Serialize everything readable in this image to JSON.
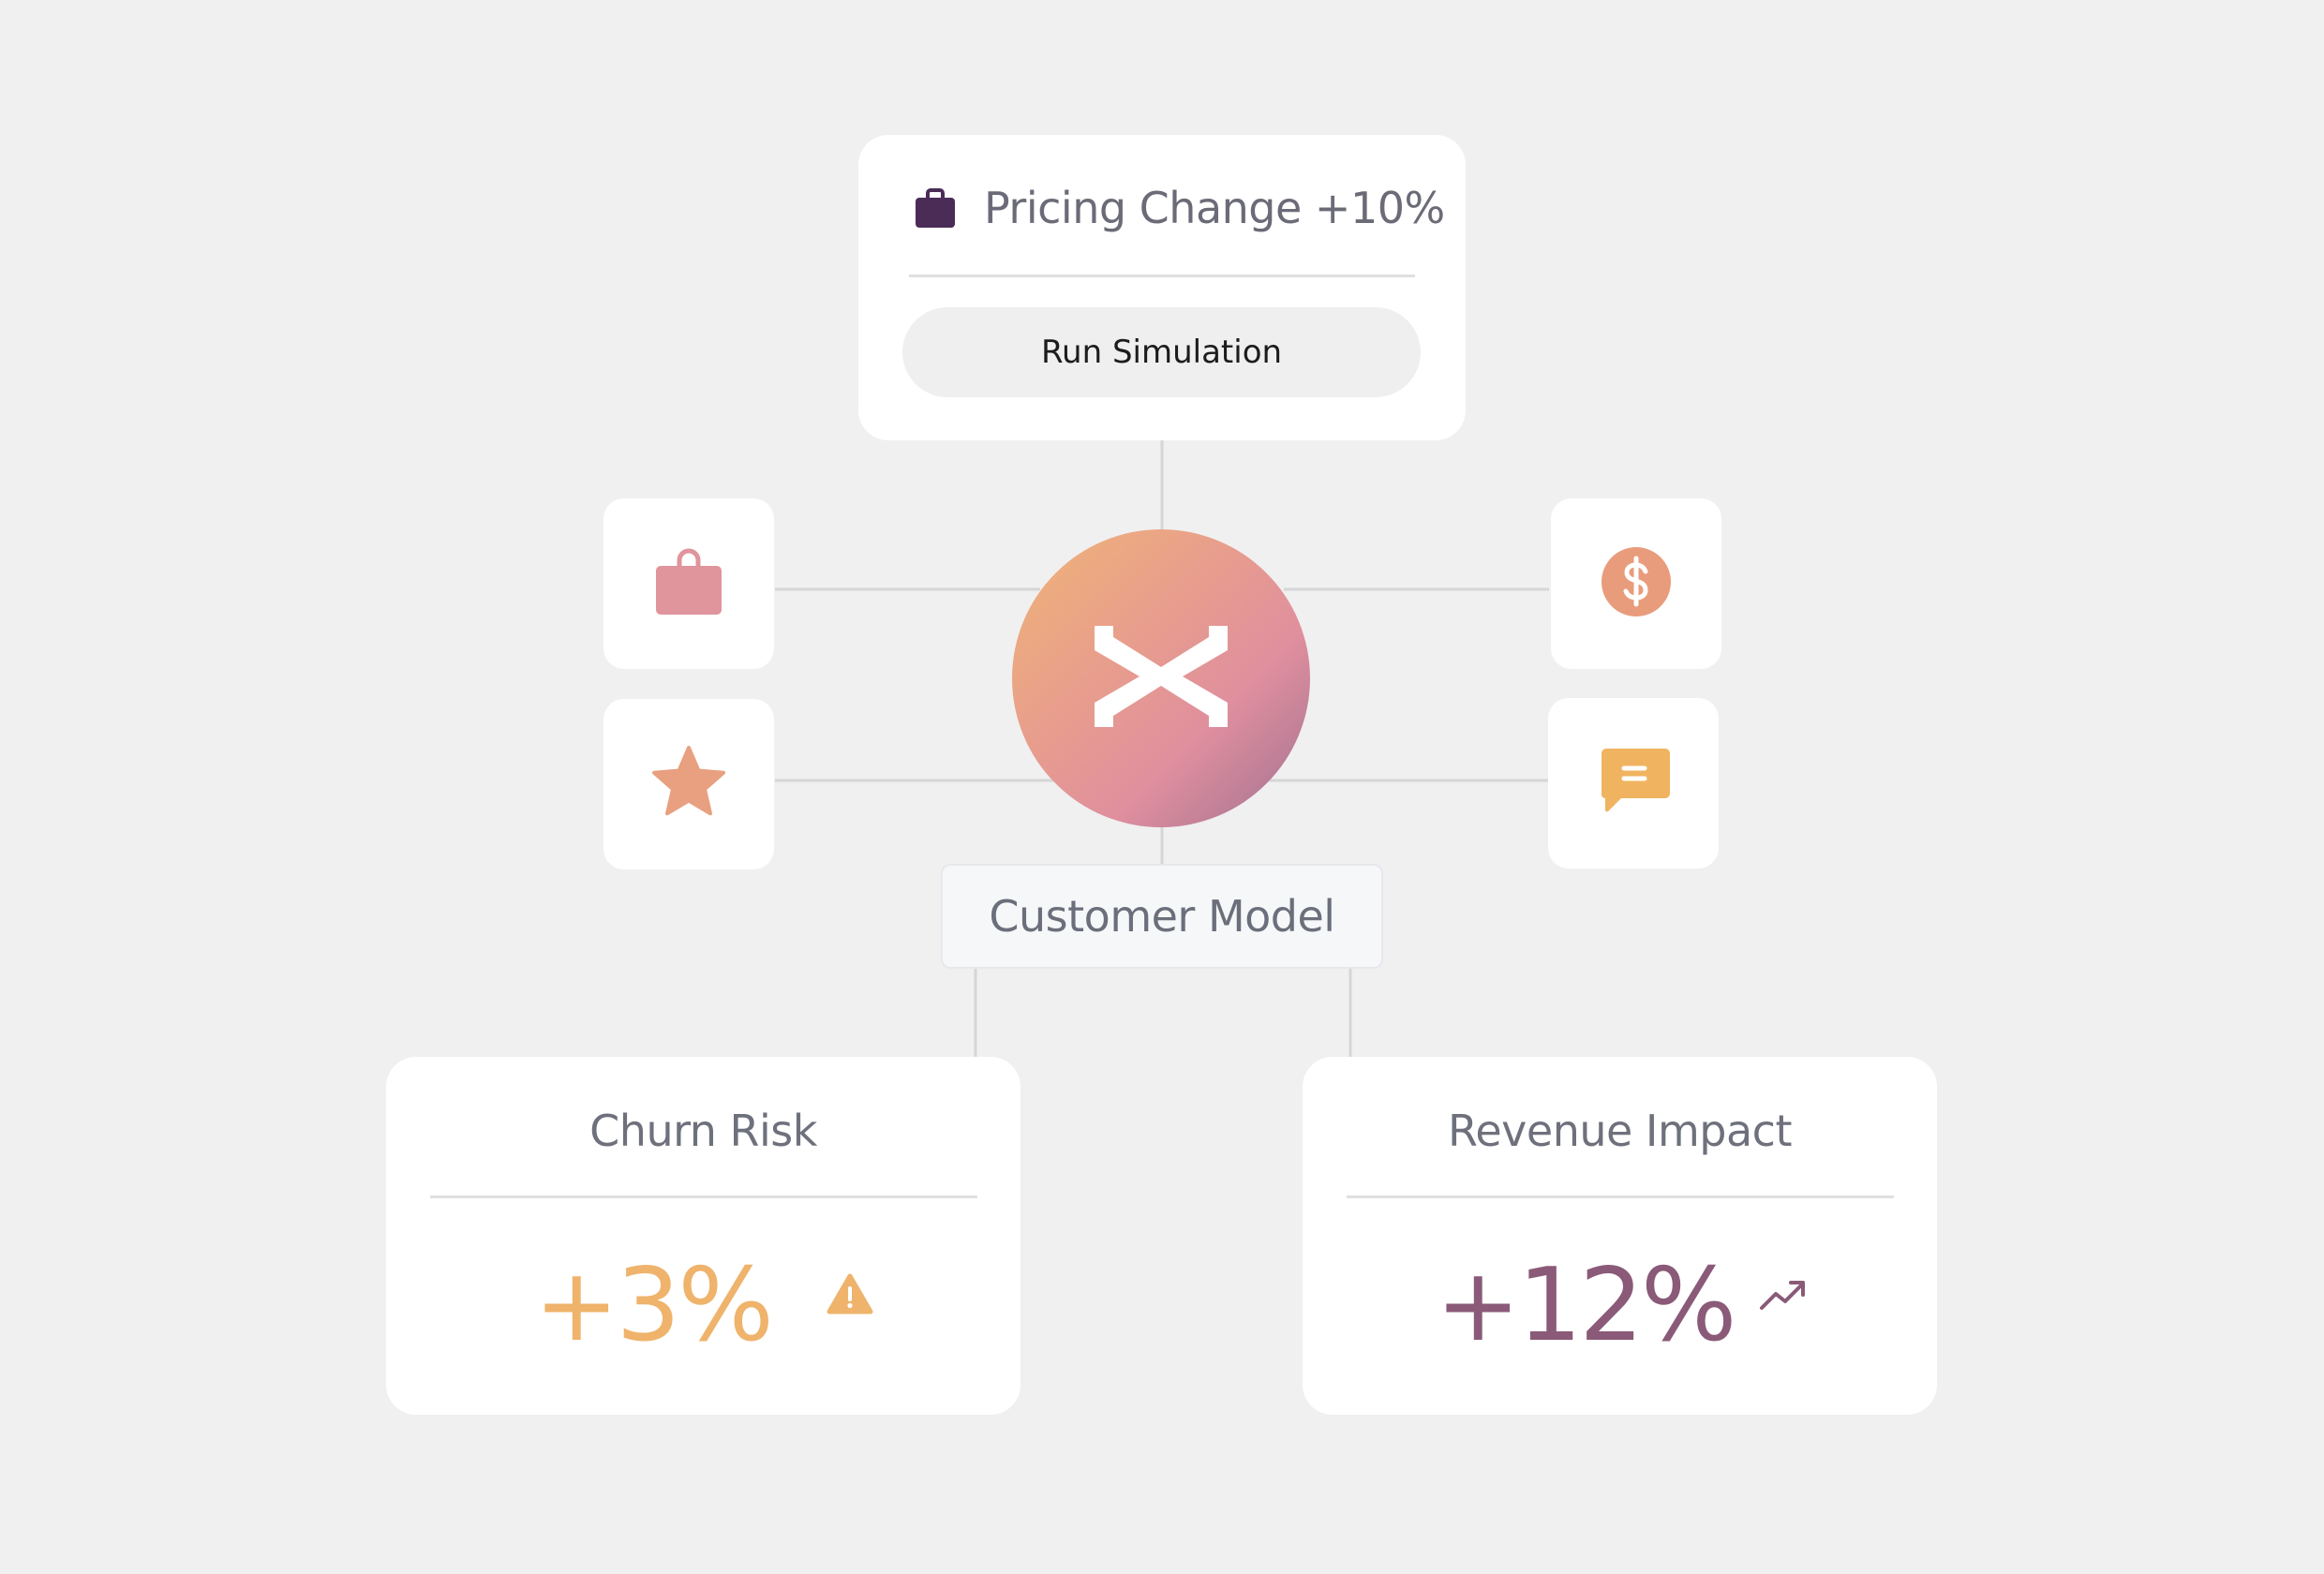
{
  "pricing_card": {
    "title": "Pricing Change +10%",
    "button_label": "Run Simulation"
  },
  "hub": {
    "icon": "x-cross-icon"
  },
  "feature_tiles": [
    {
      "icon": "shopping-bag-icon",
      "color": "#e0949c"
    },
    {
      "icon": "star-icon",
      "color": "#e8a080"
    },
    {
      "icon": "dollar-coin-icon",
      "color": "#e89c7c"
    },
    {
      "icon": "chat-bubble-icon",
      "color": "#f0b460"
    }
  ],
  "model": {
    "label": "Customer Model"
  },
  "results": {
    "churn": {
      "title": "Churn Risk",
      "value": "+3%",
      "icon": "warning-icon",
      "color": "#efb36c"
    },
    "revenue": {
      "title": "Revenue Impact",
      "value": "+12%",
      "icon": "trend-up-icon",
      "color": "#8a5a78"
    }
  },
  "colors": {
    "background": "#f0f0f0",
    "pricing_icon": "#4a2c57",
    "hub_gradient": [
      "#f0b476",
      "#df8f9e",
      "#a07091"
    ]
  }
}
